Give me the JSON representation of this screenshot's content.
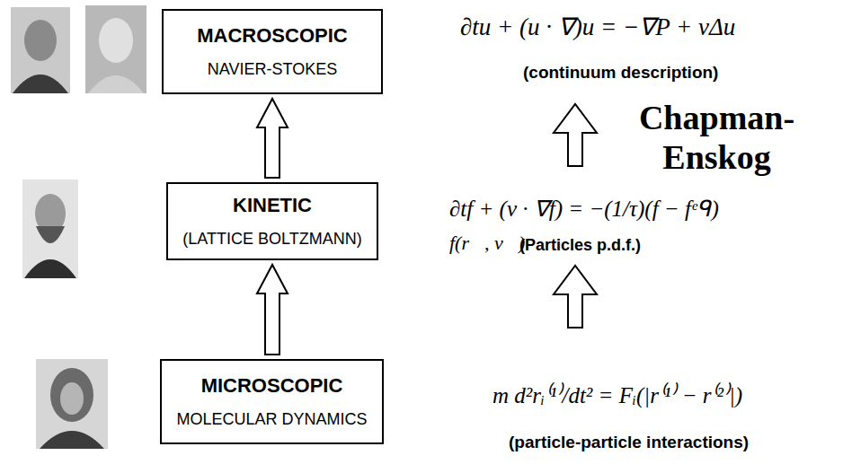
{
  "diagram": {
    "nodes": [
      {
        "text": [
          "MACROSCOPIC",
          "NAVIER-STOKES"
        ]
      },
      {
        "text": [
          "KINETIC",
          "(LATTICE BOLTZMANN)"
        ]
      },
      {
        "text": [
          "MICROSCOPIC",
          "MOLECULAR DYNAMICS"
        ]
      }
    ],
    "edges": [
      {
        "from": 2,
        "to": 1,
        "arrow": "to"
      },
      {
        "from": 1,
        "to": 0,
        "arrow": "to"
      }
    ],
    "labels": [
      "∂tu + (u · ∇)u = −∇P + νΔu",
      "(continuum description)",
      "Chapman-Enskog",
      "∂tf + (v · ∇f) = −(1/τ)(f − fᵉᑫ)",
      "f(r⃗, v⃗)",
      "(Particles p.d.f.)",
      "m d²rᵢ⁽¹⁾/dt² = Fᵢ(|r⁽¹⁾ − r⁽²⁾|)",
      "(particle-particle interactions)"
    ]
  }
}
